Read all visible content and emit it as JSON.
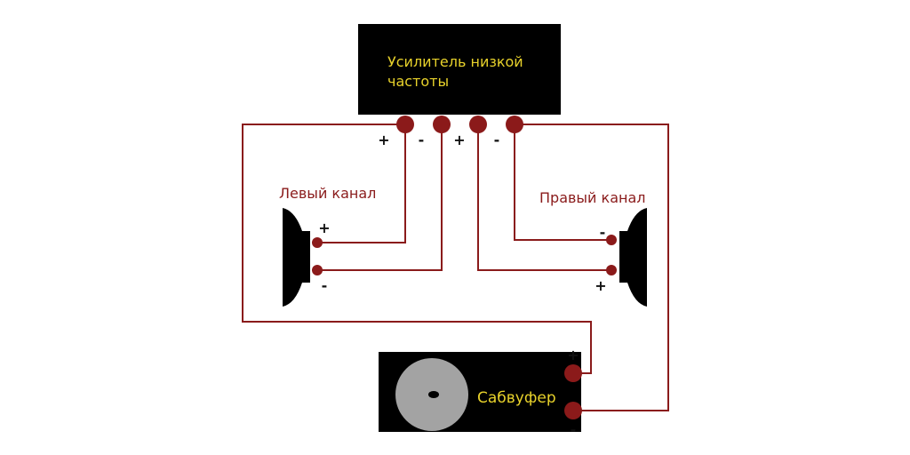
{
  "amplifier": {
    "line1": "Усилитель низкой",
    "line2": "частоты",
    "terminal_signs": [
      "+",
      "-",
      "+",
      "-"
    ]
  },
  "left_channel": {
    "label": "Левый канал",
    "plus": "+",
    "minus": "-"
  },
  "right_channel": {
    "label": "Правый канал",
    "minus": "-",
    "plus": "+"
  },
  "subwoofer": {
    "label": "Сабвуфер",
    "plus": "+",
    "minus": "-"
  },
  "colors": {
    "wire": "#8a1b1b",
    "terminal": "#8b1a1a",
    "box": "#000000",
    "box_text": "#e8d22b",
    "cone": "#a3a3a3"
  }
}
